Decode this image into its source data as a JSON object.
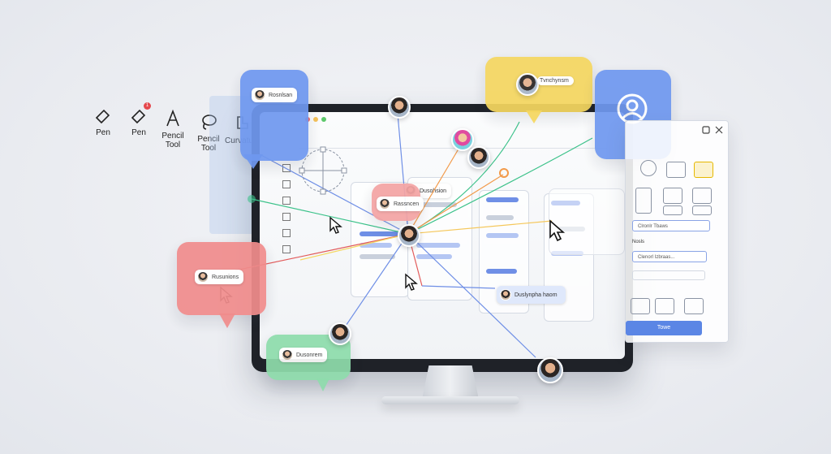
{
  "tools": [
    {
      "label": "Pen",
      "icon": "eraser-icon"
    },
    {
      "label": "Pen",
      "icon": "eraser-icon",
      "badge": "1"
    },
    {
      "label": "Pencil Tool",
      "icon": "letter-a-icon"
    },
    {
      "label": "Pencil Tool",
      "icon": "lasso-icon"
    },
    {
      "label": "Curvature",
      "icon": "curvature-icon"
    }
  ],
  "bubbles": {
    "blue_top": {
      "chip": "Rosnlsan",
      "color": "#6f98ef"
    },
    "yellow": {
      "chip": "Tvnchynsm",
      "color": "#f5d760"
    },
    "red_left": {
      "chip": "Rusunions",
      "color": "#f08c8c"
    },
    "green": {
      "chip": "Dusonrem",
      "color": "#8fdcac"
    },
    "red_center": {
      "chip": "Rassncen",
      "color": "#f4a4a4"
    }
  },
  "canvas": {
    "chip_center_top": "Dusohsion",
    "chip_bottom": "Duslynpha haom"
  },
  "right_panel": {
    "field1": "Clronlr Tbaws",
    "section": "Nosls",
    "field2": "Clenorl Izbraas...",
    "button": "Towe"
  },
  "colors": {
    "accent_blue": "#5b86e5",
    "line_orange": "#f29a4a",
    "line_green": "#3cc28a",
    "line_red": "#e25b5b"
  }
}
